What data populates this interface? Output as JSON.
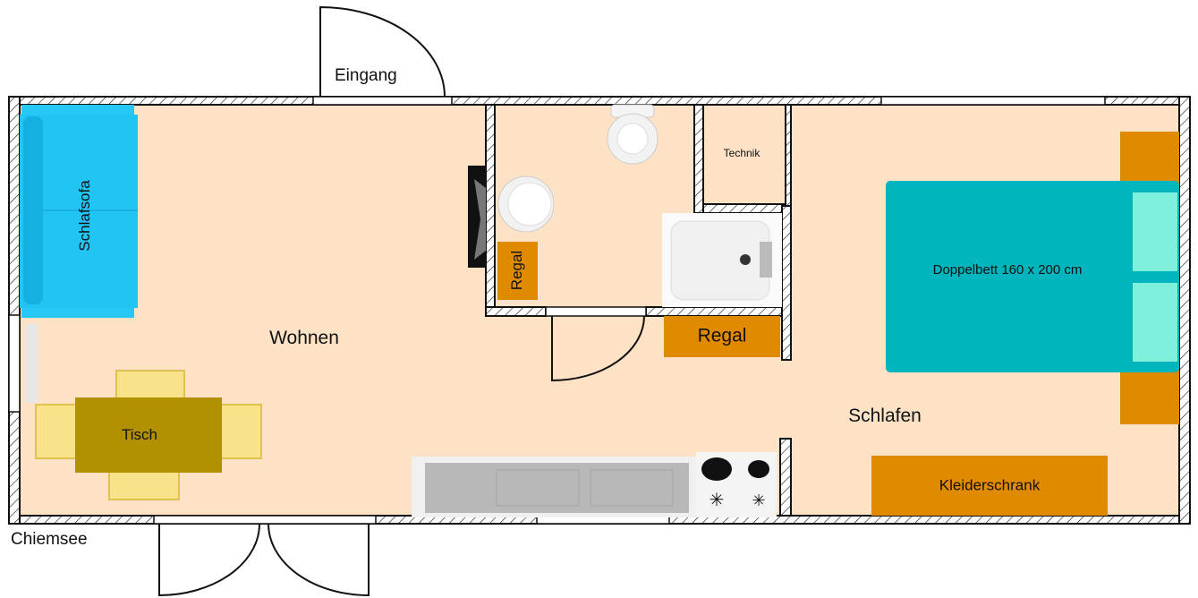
{
  "labels": {
    "entrance": "Eingang",
    "lake": "Chiemsee",
    "living": "Wohnen",
    "sleeping": "Schlafen",
    "technik": "Technik",
    "sofa": "Schlafsofa",
    "table": "Tisch",
    "bath_shelf": "Regal",
    "hall_shelf": "Regal",
    "bed": "Doppelbett 160 x 200 cm",
    "wardrobe": "Kleiderschrank"
  },
  "colors": {
    "floor": "#fde2c5",
    "sofa": "#27c8f5",
    "bed": "#00b5bd",
    "pillow": "#7ef0dc",
    "shelf": "#e08a00",
    "table": "#b19100",
    "chair": "#f9e38a",
    "wall": "#ffffff"
  }
}
